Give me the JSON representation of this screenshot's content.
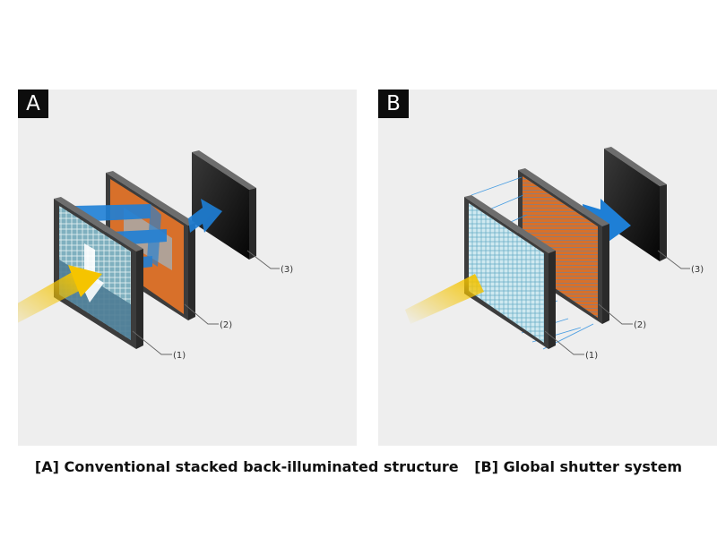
{
  "panels": [
    {
      "badge": "A",
      "layer_labels": [
        "(1)",
        "(2)",
        "(3)"
      ]
    },
    {
      "badge": "B",
      "layer_labels": [
        "(1)",
        "(2)",
        "(3)"
      ]
    }
  ],
  "captions": [
    "[A] Conventional stacked back-illuminated structure",
    "[B] Global shutter system"
  ],
  "colors": {
    "panel_bg": "#eeeeee",
    "badge_bg": "#0d0d0d",
    "light_beam": "#f5c400",
    "signal_arrow": "#1e7fd6",
    "logic_layer": "#d8702a",
    "pixel_layer": "#bcdde6"
  }
}
